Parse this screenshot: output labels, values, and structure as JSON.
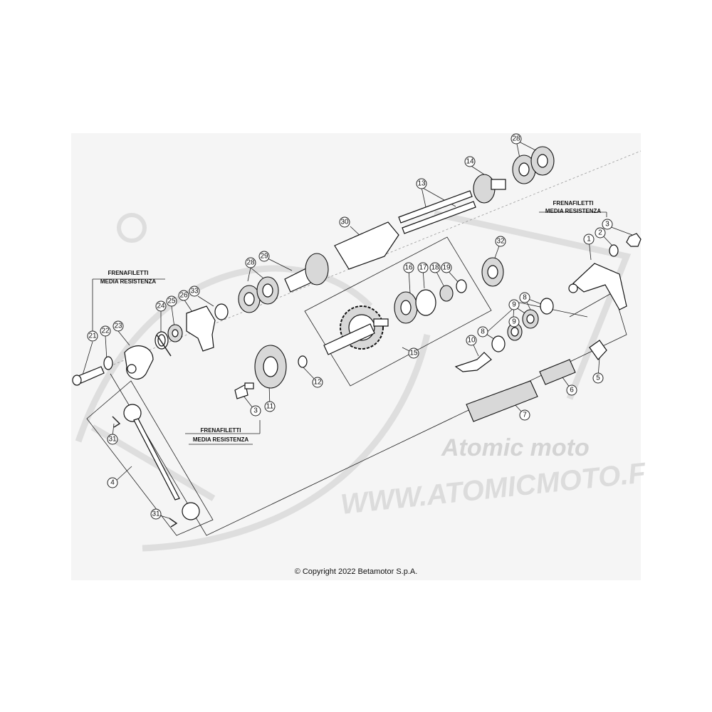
{
  "labels": {
    "threadlocker_line1": "FRENAFILETTI",
    "threadlocker_line2": "MEDIA RESISTENZA"
  },
  "watermark": {
    "brand": "Atomic moto",
    "url": "WWW.ATOMICMOTO.F"
  },
  "copyright": "© Copyright 2022 Betamotor S.p.A.",
  "callouts": [
    "1",
    "2",
    "3",
    "3",
    "4",
    "5",
    "6",
    "7",
    "8",
    "8",
    "9",
    "9",
    "10",
    "11",
    "12",
    "13",
    "14",
    "15",
    "16",
    "17",
    "18",
    "19",
    "21",
    "22",
    "23",
    "24",
    "25",
    "26",
    "28",
    "28",
    "29",
    "30",
    "31",
    "31",
    "32",
    "33"
  ]
}
